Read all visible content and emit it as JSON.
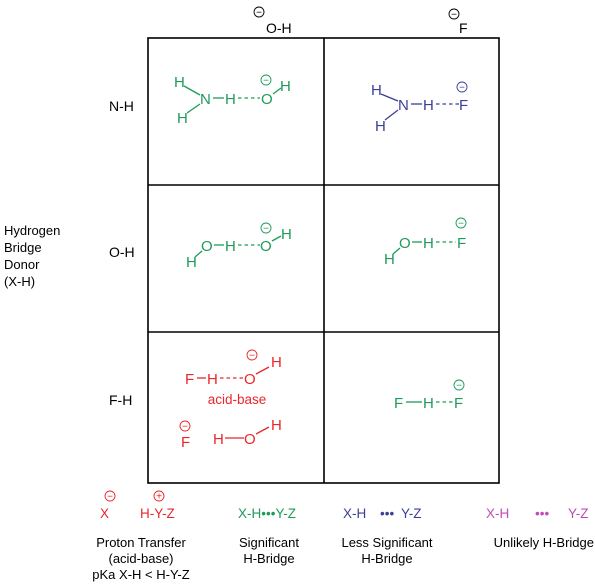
{
  "colors": {
    "proton_transfer": "#e8282b",
    "significant": "#1e9a5a",
    "less_significant": "#3b3f97",
    "unlikely": "#c24bb6",
    "grid": "#000000"
  },
  "column_headers": {
    "oh": "O-H",
    "f": "F",
    "charge": "−"
  },
  "row_headers": [
    "N-H",
    "O-H",
    "F-H"
  ],
  "side_label": [
    "Hydrogen",
    "Bridge",
    "Donor",
    "(X-H)"
  ],
  "atoms": {
    "H": "H",
    "N": "N",
    "O": "O",
    "F": "F",
    "minus": "−",
    "plus": "+"
  },
  "cells": {
    "fh_oh_label": "acid-base"
  },
  "legend": {
    "proton_transfer": {
      "x": "X",
      "hyz": "H-Y-Z",
      "desc": [
        "Proton Transfer",
        "(acid-base)",
        "pKa X-H < H-Y-Z"
      ]
    },
    "significant": {
      "sample": "X-H•••Y-Z",
      "desc": [
        "Significant",
        "H-Bridge"
      ]
    },
    "less_significant": {
      "xh": "X-H",
      "dots": "•••",
      "yz": "Y-Z",
      "desc": [
        "Less Significant",
        "H-Bridge"
      ]
    },
    "unlikely": {
      "xh": "X-H",
      "dots": "•••",
      "yz": "Y-Z",
      "desc": [
        "Unlikely H-Bridge"
      ]
    }
  }
}
